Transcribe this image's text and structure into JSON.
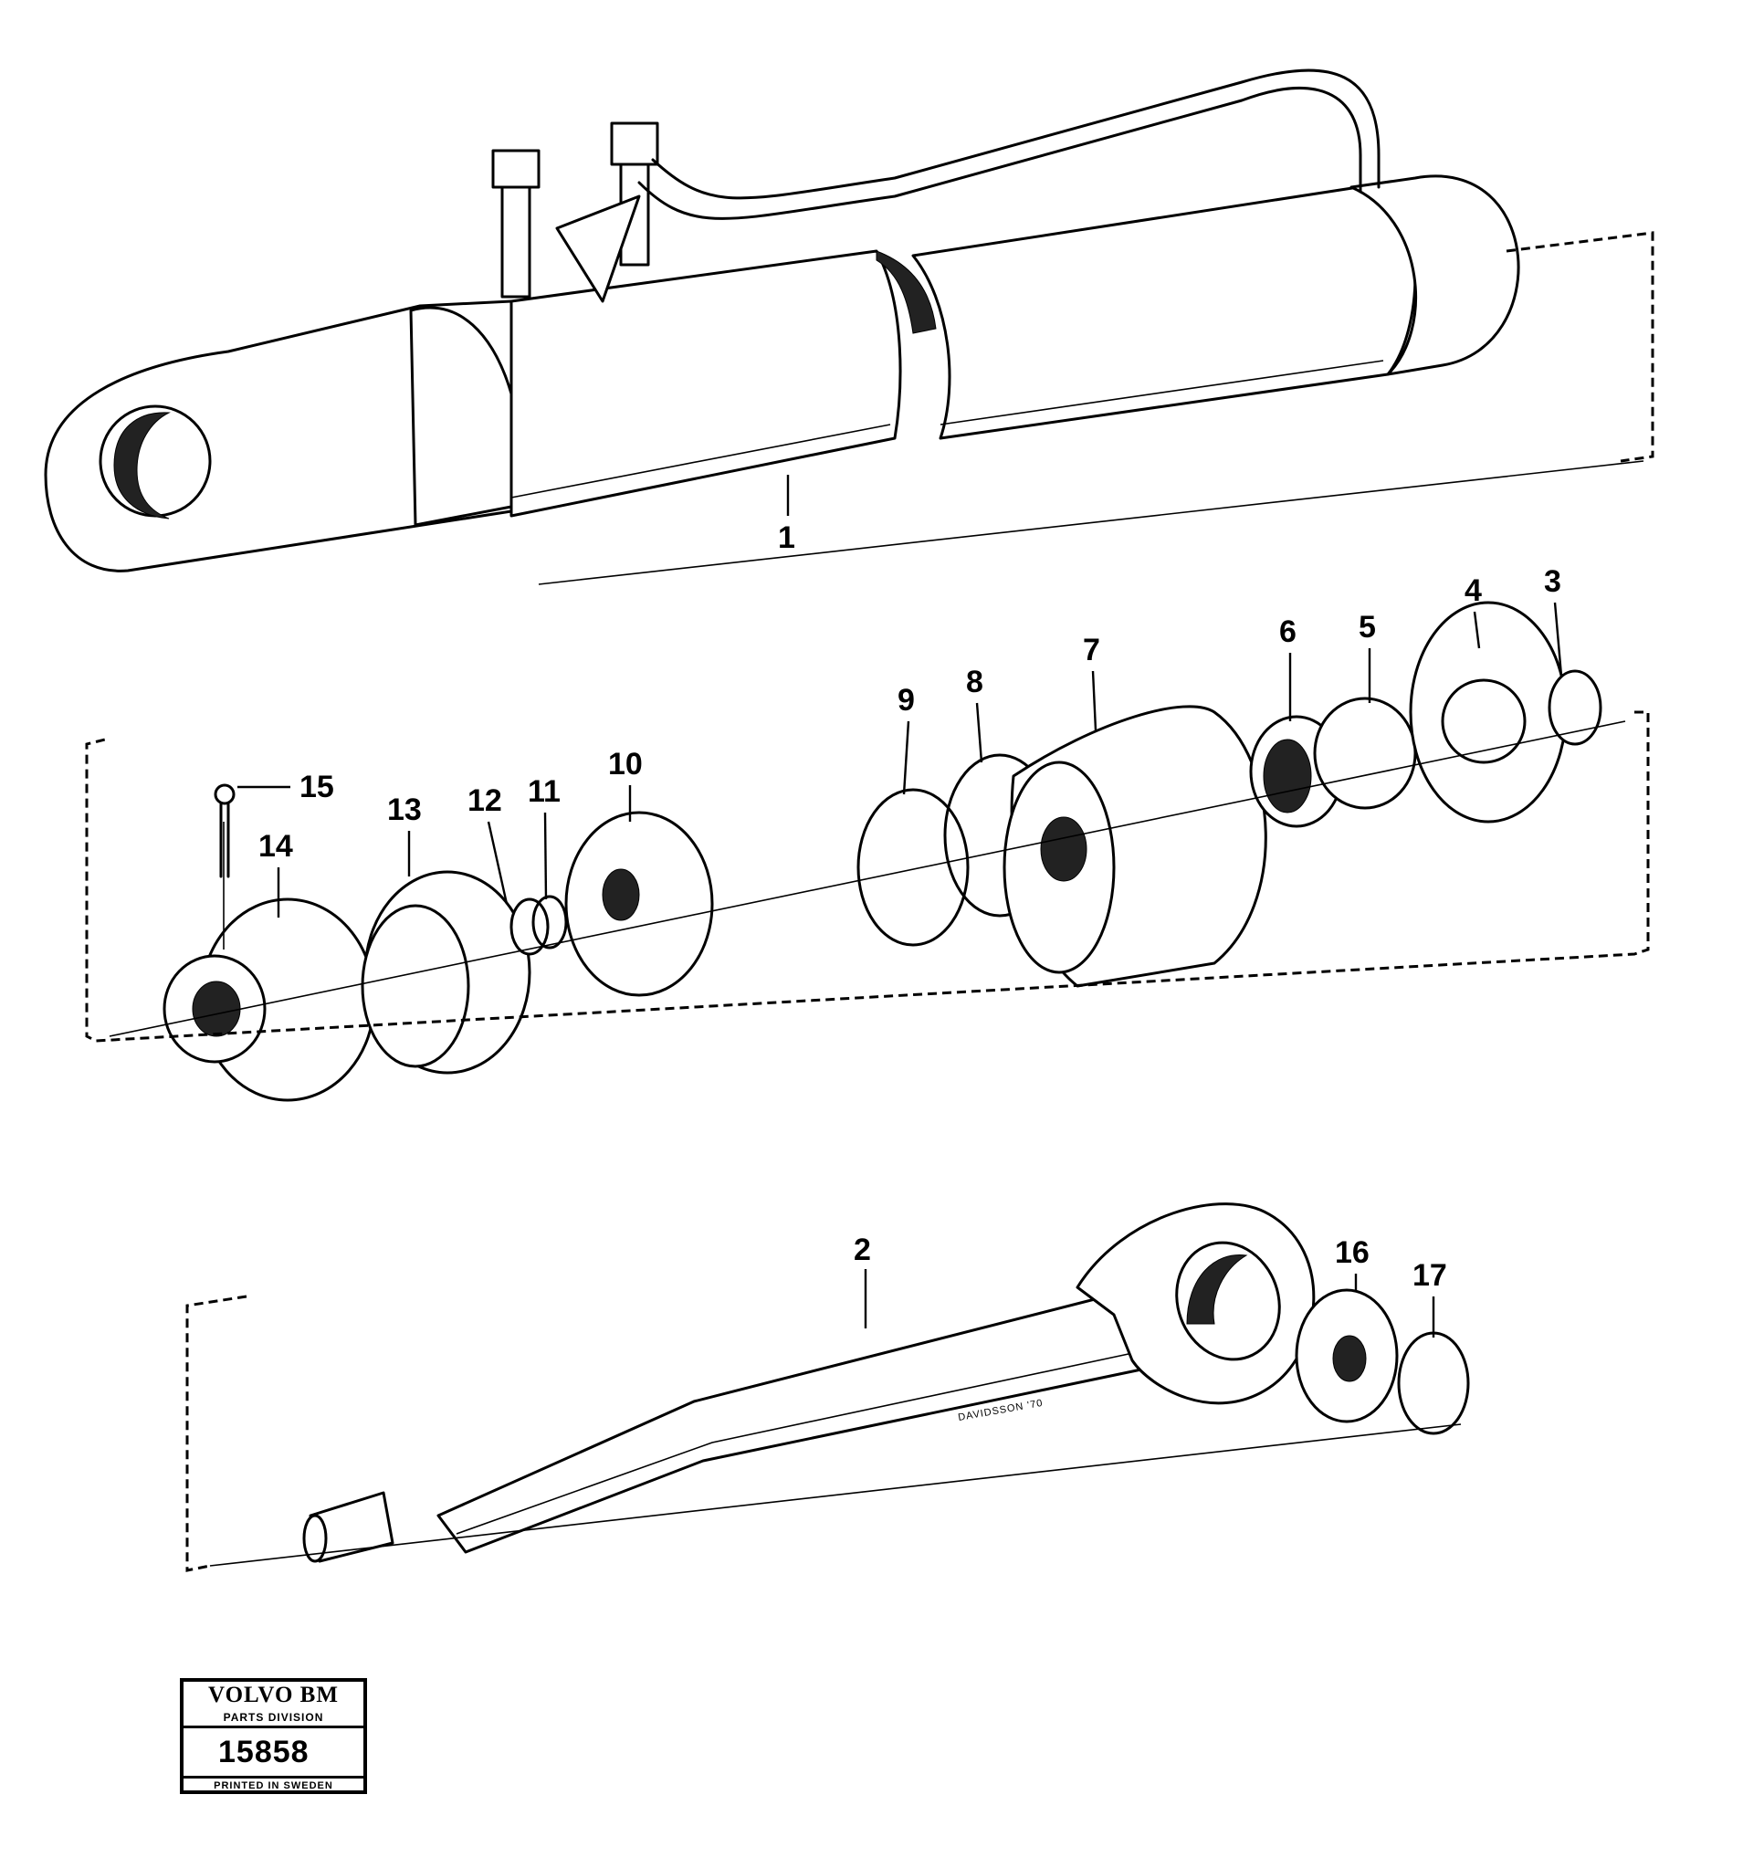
{
  "callouts": [
    {
      "label": "1"
    },
    {
      "label": "2"
    },
    {
      "label": "3"
    },
    {
      "label": "4"
    },
    {
      "label": "5"
    },
    {
      "label": "6"
    },
    {
      "label": "7"
    },
    {
      "label": "8"
    },
    {
      "label": "9"
    },
    {
      "label": "10"
    },
    {
      "label": "11"
    },
    {
      "label": "12"
    },
    {
      "label": "13"
    },
    {
      "label": "14"
    },
    {
      "label": "15"
    },
    {
      "label": "16"
    },
    {
      "label": "17"
    }
  ],
  "artist_signature": "DAVIDSSON '70",
  "stamp": {
    "brand": "VOLVO BM",
    "division": "PARTS DIVISION",
    "number": "15858",
    "printed": "PRINTED IN SWEDEN"
  }
}
